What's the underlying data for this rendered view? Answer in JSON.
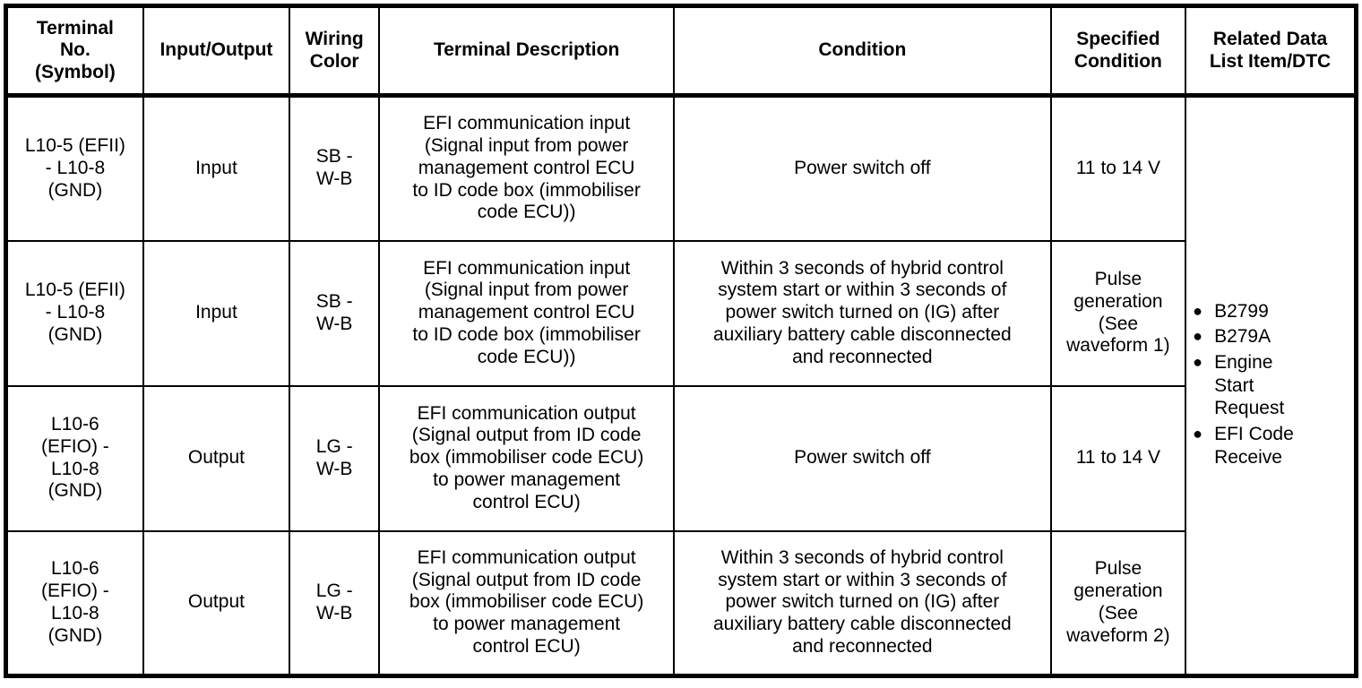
{
  "table": {
    "headers": [
      "Terminal\nNo.\n(Symbol)",
      "Input/Output",
      "Wiring\nColor",
      "Terminal Description",
      "Condition",
      "Specified\nCondition",
      "Related Data\nList Item/DTC"
    ],
    "rows": [
      {
        "terminal": "L10-5 (EFII)\n- L10-8\n(GND)",
        "io": "Input",
        "wiring_color": "SB -\nW-B",
        "description": "EFI communication input\n(Signal input from power\nmanagement control ECU\nto ID code box (immobiliser\ncode ECU))",
        "condition": "Power switch off",
        "specified_condition": "11 to 14 V"
      },
      {
        "terminal": "L10-5 (EFII)\n- L10-8\n(GND)",
        "io": "Input",
        "wiring_color": "SB -\nW-B",
        "description": "EFI communication input\n(Signal input from power\nmanagement control ECU\nto ID code box (immobiliser\ncode ECU))",
        "condition": "Within 3 seconds of hybrid control\nsystem start or within 3 seconds of\npower switch turned on (IG) after\nauxiliary battery cable disconnected\nand reconnected",
        "specified_condition": "Pulse\ngeneration\n(See\nwaveform 1)"
      },
      {
        "terminal": "L10-6\n(EFIO) -\nL10-8\n(GND)",
        "io": "Output",
        "wiring_color": "LG -\nW-B",
        "description": "EFI communication output\n(Signal output from ID code\nbox (immobiliser code ECU)\nto power management\ncontrol ECU)",
        "condition": "Power switch off",
        "specified_condition": "11 to 14 V"
      },
      {
        "terminal": "L10-6\n(EFIO) -\nL10-8\n(GND)",
        "io": "Output",
        "wiring_color": "LG -\nW-B",
        "description": "EFI communication output\n(Signal output from ID code\nbox (immobiliser code ECU)\nto power management\ncontrol ECU)",
        "condition": "Within 3 seconds of hybrid control\nsystem start or within 3 seconds of\npower switch turned on (IG) after\nauxiliary battery cable disconnected\nand reconnected",
        "specified_condition": "Pulse\ngeneration\n(See\nwaveform 2)"
      }
    ],
    "related_data": {
      "bullet": "●",
      "items": [
        "B2799",
        "B279A",
        "Engine\nStart\nRequest",
        "EFI Code\nReceive"
      ]
    }
  }
}
